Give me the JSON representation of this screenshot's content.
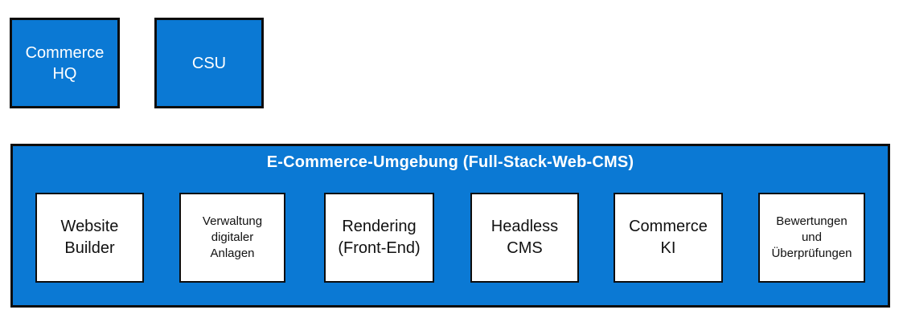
{
  "diagram": {
    "colors": {
      "fill_blue": "#0b79d4",
      "border_black": "#0d0d0d",
      "module_fill_white": "#ffffff",
      "text_on_blue": "#ffffff",
      "text_on_white": "#111111"
    },
    "top_boxes": [
      {
        "id": "commerce-hq",
        "label": "Commerce\nHQ"
      },
      {
        "id": "csu",
        "label": "CSU"
      }
    ],
    "environment": {
      "title": "E-Commerce-Umgebung (Full-Stack-Web-CMS)",
      "modules": [
        {
          "id": "website-builder",
          "label": "Website\nBuilder"
        },
        {
          "id": "verwaltung-digitaler-anlagen",
          "label": "Verwaltung\ndigitaler\nAnlagen"
        },
        {
          "id": "rendering-front-end",
          "label": "Rendering\n(Front-End)"
        },
        {
          "id": "headless-cms",
          "label": "Headless\nCMS"
        },
        {
          "id": "commerce-ki",
          "label": "Commerce\nKI"
        },
        {
          "id": "bewertungen-und-ueberpruefungen",
          "label": "Bewertungen\nund\nÜberprüfungen"
        }
      ]
    }
  }
}
